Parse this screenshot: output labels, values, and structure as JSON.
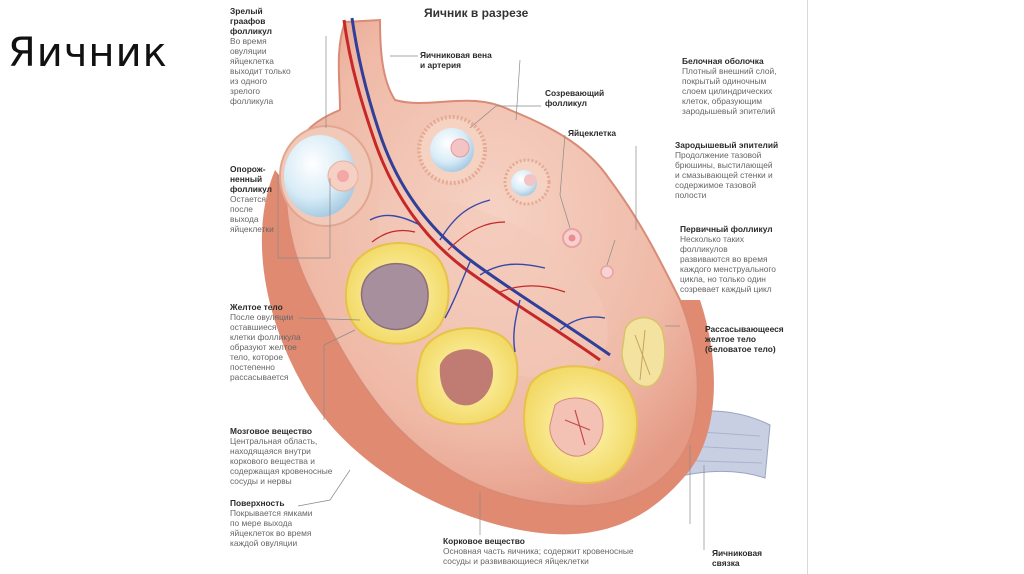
{
  "slide": {
    "title": "Яичник"
  },
  "diagram": {
    "heading": "Яичник в разрезе",
    "labels": {
      "graafian": {
        "title": "Зрелый\nграафов\nфолликул",
        "desc": "Во время\nовуляции\nяйцеклетка\nвыходит только\nиз одного\nзрелого\nфолликула"
      },
      "empty": {
        "title": "Опорож-\nненный\nфолликул",
        "desc": "Остается\nпосле\nвыхода\nяйцеклетки"
      },
      "corpus_luteum": {
        "title": "Желтое тело",
        "desc": "После овуляции\nоставшиеся\nклетки фолликула\nобразуют желтое\nтело, которое\nпостепенно\nрассасывается"
      },
      "medulla": {
        "title": "Мозговое вещество",
        "desc": "Центральная область,\nнаходящаяся внутри\nкоркового вещества и\nсодержащая кровеносные\nсосуды и нервы"
      },
      "surface": {
        "title": "Поверхность",
        "desc": "Покрывается ямками\nпо мере выхода\nяйцеклеток во время\nкаждой овуляции"
      },
      "vessels": {
        "title": "Яичниковая вена\nи артерия",
        "desc": ""
      },
      "maturing": {
        "title": "Созревающий\nфолликул",
        "desc": ""
      },
      "ovum": {
        "title": "Яйцеклетка",
        "desc": ""
      },
      "albuginea": {
        "title": "Белочная оболочка",
        "desc": "Плотный внешний слой,\nпокрытый одиночным\nслоем цилиндрических\nклеток, образующим\nзародышевый эпителий"
      },
      "germinal": {
        "title": "Зародышевый эпителий",
        "desc": "Продолжение тазовой\nбрюшины, выстилающей\nи смазывающей стенки и\nсодержимое тазовой\nполости"
      },
      "primary": {
        "title": "Первичный фолликул",
        "desc": "Несколько таких\nфолликулов\nразвиваются во время\nкаждого менструального\nцикла, но только один\nсозревает каждый цикл"
      },
      "albicans": {
        "title": "Рассасывающееся\nжелтое тело\n(беловатое тело)",
        "desc": ""
      },
      "cortex": {
        "title": "Корковое вещество",
        "desc": "Основная часть яичника; содержит кровеносные\nсосуды и развивающиеся яйцеклетки"
      },
      "ligament": {
        "title": "Яичниковая\nсвязка",
        "desc": ""
      }
    }
  }
}
